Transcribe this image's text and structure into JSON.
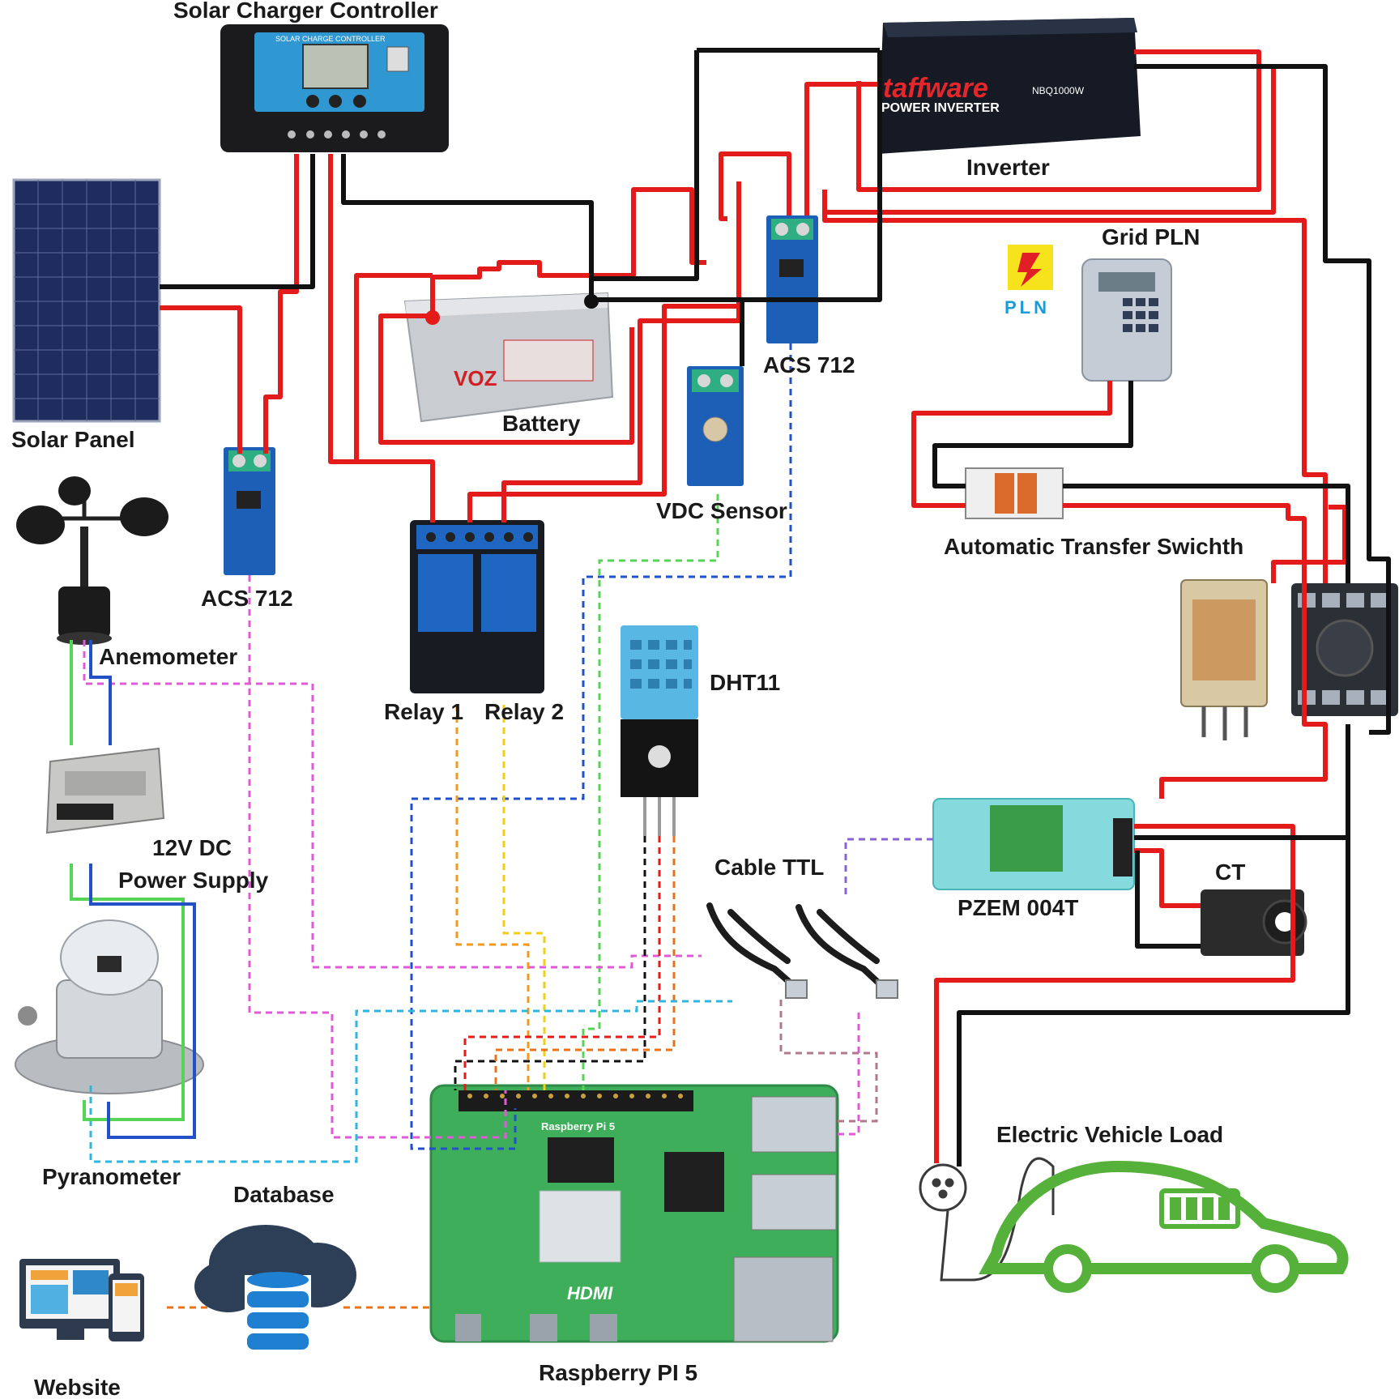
{
  "labels": {
    "solar_charger_controller": "Solar Charger Controller",
    "solar_panel": "Solar Panel",
    "inverter": "Inverter",
    "grid_pln": "Grid PLN",
    "battery": "Battery",
    "acs712_top": "ACS 712",
    "acs712_left": "ACS 712",
    "vdc_sensor": "VDC Sensor",
    "automatic_transfer_switch": "Automatic Transfer Swichth",
    "anemometer": "Anemometer",
    "relay1": "Relay 1",
    "relay2": "Relay 2",
    "dht11": "DHT11",
    "power_supply_line1": "12V DC",
    "power_supply_line2": "Power Supply",
    "cable_ttl": "Cable TTL",
    "ct": "CT",
    "pzem": "PZEM 004T",
    "pyranometer": "Pyranometer",
    "database": "Database",
    "electric_vehicle_load": "Electric Vehicle Load",
    "raspberry_pi": "Raspberry PI 5",
    "website": "Website"
  },
  "device_markings": {
    "controller_panel": "SOLAR CHARGE CONTROLLER",
    "inverter_brand": "taffware",
    "inverter_model": "NBQ1000W",
    "inverter_type": "POWER INVERTER",
    "battery_brand": "VOZ",
    "pln_logo": "PLN",
    "rpi_board": "Raspberry Pi 5",
    "rpi_hdmi": "HDMI"
  },
  "colors": {
    "power_positive": "#e41b1b",
    "power_negative": "#111111",
    "signal_green": "#55d455",
    "signal_blue": "#2250c8",
    "signal_magenta": "#e05ad8",
    "signal_orange": "#f39a1c",
    "signal_yellow": "#f2cf12",
    "signal_cyan": "#2fb6df",
    "signal_purple": "#8a63d2",
    "signal_mauve": "#b07a8a",
    "signal_dark_orange": "#e8731a",
    "board_green": "#3fae5b"
  }
}
